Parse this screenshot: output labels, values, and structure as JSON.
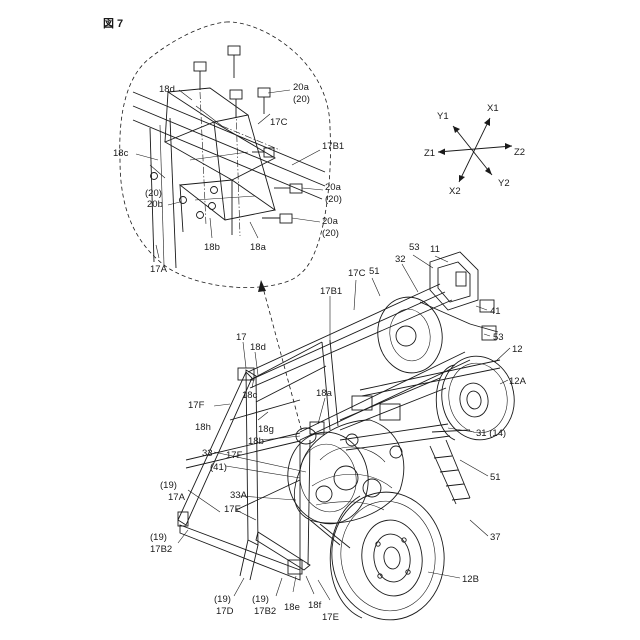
{
  "figure": {
    "title": "図 7"
  },
  "axes": {
    "y1": "Y1",
    "x1": "X1",
    "z1": "Z1",
    "z2": "Z2",
    "x2": "X2",
    "y2": "Y2"
  },
  "detail": {
    "l18d": "18d",
    "l17c": "17C",
    "l20a_top": "20a",
    "l20a_top_paren": "(20)",
    "l18c": "18c",
    "l17b1": "17B1",
    "l20b_paren": "(20)",
    "l20b": "20b",
    "l20a_mid": "20a",
    "l20a_mid_paren": "(20)",
    "l20a_low": "20a",
    "l20a_low_paren": "(20)",
    "l18b": "18b",
    "l18a": "18a",
    "l17a": "17A"
  },
  "main": {
    "l53_top": "53",
    "l11": "11",
    "l32": "32",
    "l17c": "17C",
    "l51_top": "51",
    "l41": "41",
    "l53_mid": "53",
    "l12": "12",
    "l17b1": "17B1",
    "l17": "17",
    "l18d": "18d",
    "l18c": "18c",
    "l17f_top": "17F",
    "l18h": "18h",
    "l18g": "18g",
    "l18a": "18a",
    "l12a": "12A",
    "l18b": "18b",
    "l31_14": "31 (14)",
    "l17f_mid": "17F",
    "l33": "33",
    "l41_paren": "(41)",
    "l51_low": "51",
    "l19_17a_paren": "(19)",
    "l17a": "17A",
    "l33a": "33A",
    "l17e_top": "17E",
    "l37": "37",
    "l19_17b2_paren": "(19)",
    "l17b2": "17B2",
    "l12b": "12B",
    "l19_17d_paren": "(19)",
    "l17d": "17D",
    "l19_17b2b_paren": "(19)",
    "l17b2_b": "17B2",
    "l18e": "18e",
    "l18f": "18f",
    "l17e_low": "17E"
  }
}
